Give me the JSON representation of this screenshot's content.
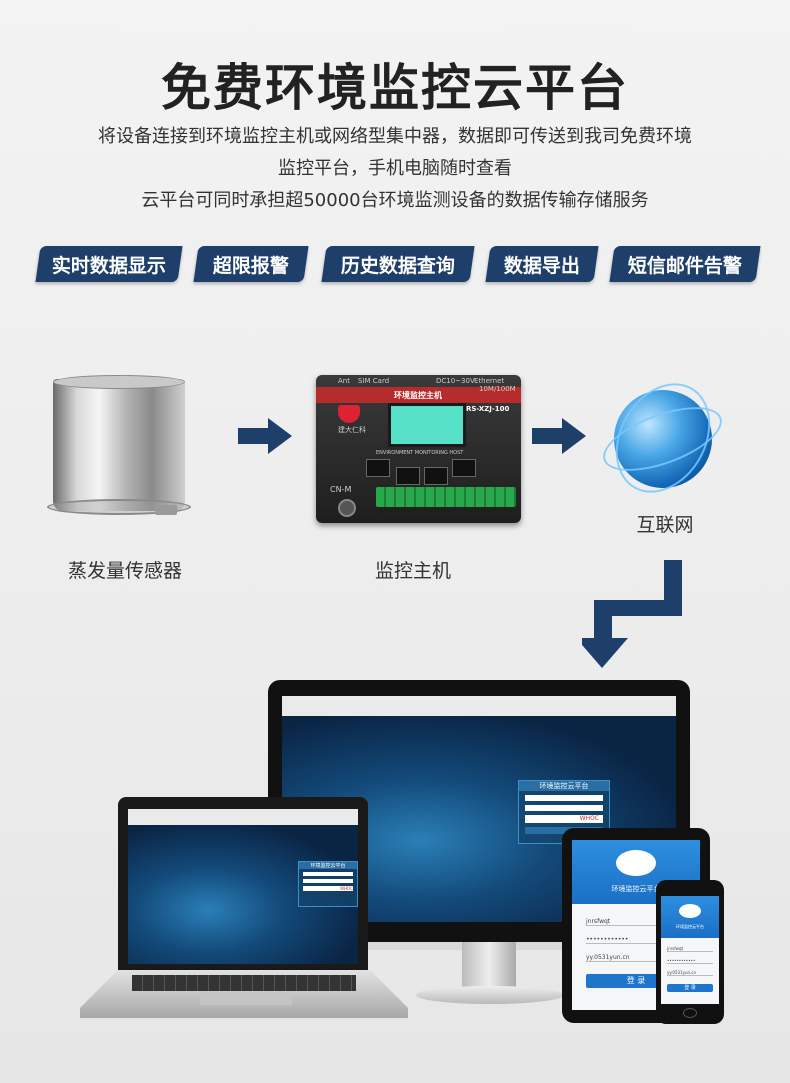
{
  "header": {
    "title": "免费环境监控云平台",
    "desc_line1": "将设备连接到环境监控主机或网络型集中器，数据即可传送到我司免费环境",
    "desc_line2": "监控平台，手机电脑随时查看",
    "desc_line3": "云平台可同时承担超50000台环境监测设备的数据传输存储服务"
  },
  "features": [
    {
      "label": "实时数据显示"
    },
    {
      "label": "超限报警"
    },
    {
      "label": "历史数据查询"
    },
    {
      "label": "数据导出"
    },
    {
      "label": "短信邮件告警"
    }
  ],
  "flow": {
    "sensor_label": "蒸发量传感器",
    "host_label": "监控主机",
    "internet_label": "互联网"
  },
  "host_device": {
    "screen_title": "环境监控主机",
    "model": "RS-XZJ-100",
    "brand": "建大仁科",
    "subtitle": "ENVIRONMENT MONITORING HOST",
    "port_label": "CN-M",
    "ant": "Ant",
    "sim": "SIM Card",
    "power": "DC10~30V",
    "ethernet": "Ethernet",
    "speed": "10M/100M"
  },
  "platform_login": {
    "title": "环境监控云平台",
    "captcha": "WHOC",
    "login_button": "登 录",
    "app_title": "环境监控云平台",
    "app_user": "jnrsfwqt",
    "app_password": "••••••••••••",
    "app_server": "yy.0531yun.cn"
  },
  "colors": {
    "feature_bg": "#1f3f6b",
    "arrow": "#1f3f6b"
  }
}
